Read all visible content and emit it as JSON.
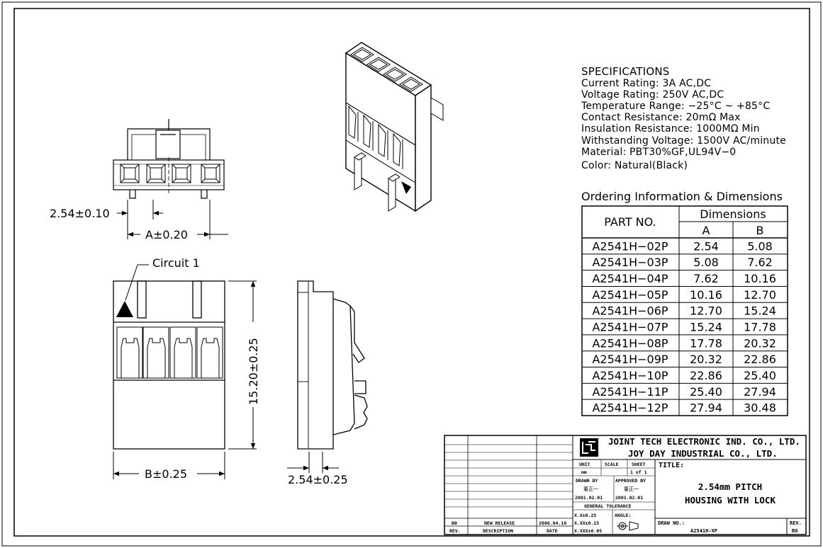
{
  "drawing": {
    "dims": {
      "pitch_top": "2.54±0.10",
      "a_dim": "A±0.20",
      "circuit_label": "Circuit 1",
      "height": "15.20±0.25",
      "b_dim": "B±0.25",
      "pitch_side": "2.54±0.25"
    }
  },
  "specifications": {
    "title": "SPECIFICATIONS",
    "lines": [
      "Current Rating: 3A AC,DC",
      "Voltage Rating: 250V AC,DC",
      "Temperature Range: −25°C ~ +85°C",
      "Contact Resistance: 20mΩ Max",
      "Insulation Resistance: 1000MΩ Min",
      "Withstanding Voltage: 1500V AC/minute",
      "Material: PBT30%GF,UL94V−0",
      "Color: Natural(Black)"
    ]
  },
  "ordering": {
    "title": "Ordering Information & Dimensions",
    "part_no_header": "PART NO.",
    "dimensions_header": "Dimensions",
    "col_a": "A",
    "col_b": "B",
    "rows": [
      [
        "A2541H−02P",
        "2.54",
        "5.08"
      ],
      [
        "A2541H−03P",
        "5.08",
        "7.62"
      ],
      [
        "A2541H−04P",
        "7.62",
        "10.16"
      ],
      [
        "A2541H−05P",
        "10.16",
        "12.70"
      ],
      [
        "A2541H−06P",
        "12.70",
        "15.24"
      ],
      [
        "A2541H−07P",
        "15.24",
        "17.78"
      ],
      [
        "A2541H−08P",
        "17.78",
        "20.32"
      ],
      [
        "A2541H−09P",
        "20.32",
        "22.86"
      ],
      [
        "A2541H−10P",
        "22.86",
        "25.40"
      ],
      [
        "A2541H−11P",
        "25.40",
        "27.94"
      ],
      [
        "A2541H−12P",
        "27.94",
        "30.48"
      ]
    ]
  },
  "title_block": {
    "company1": "JOINT TECH ELECTRONIC IND. CO., LTD.",
    "company2": "JOY DAY INDUSTRIAL CO., LTD.",
    "unit_label": "UNIT",
    "unit_value": "mm",
    "scale_label": "SCALE",
    "sheet_label": "SHEET",
    "sheet_value": "1 of 1",
    "drawn_by_label": "DRAWN BY",
    "drawn_by_name": "董正一",
    "drawn_date": "2001.02.01",
    "approved_by_label": "APPROVED BY",
    "approved_by_name": "董正一",
    "approved_date": "2001.02.01",
    "general_tolerance": "GENERAL TOLERANCE",
    "tol1": "X.X±0.25",
    "tol2": "X.XX±0.15",
    "tol3": "X.XXX±0.05",
    "angle_label": "ANGLE:",
    "title_label": "TITLE:",
    "title_line1": "2.54mm PITCH",
    "title_line2": "HOUSING WITH LOCK",
    "draw_no_label": "DRAW NO.:",
    "draw_no": "A2541H-XP",
    "rev_label": "REV.",
    "rev_value": "B0",
    "rev_col_header": "REV.",
    "desc_col_header": "DESCRIPTION",
    "date_col_header": "DATE",
    "rev_row": [
      "B0",
      "NEW RELEASE",
      "2006.04.10"
    ]
  }
}
